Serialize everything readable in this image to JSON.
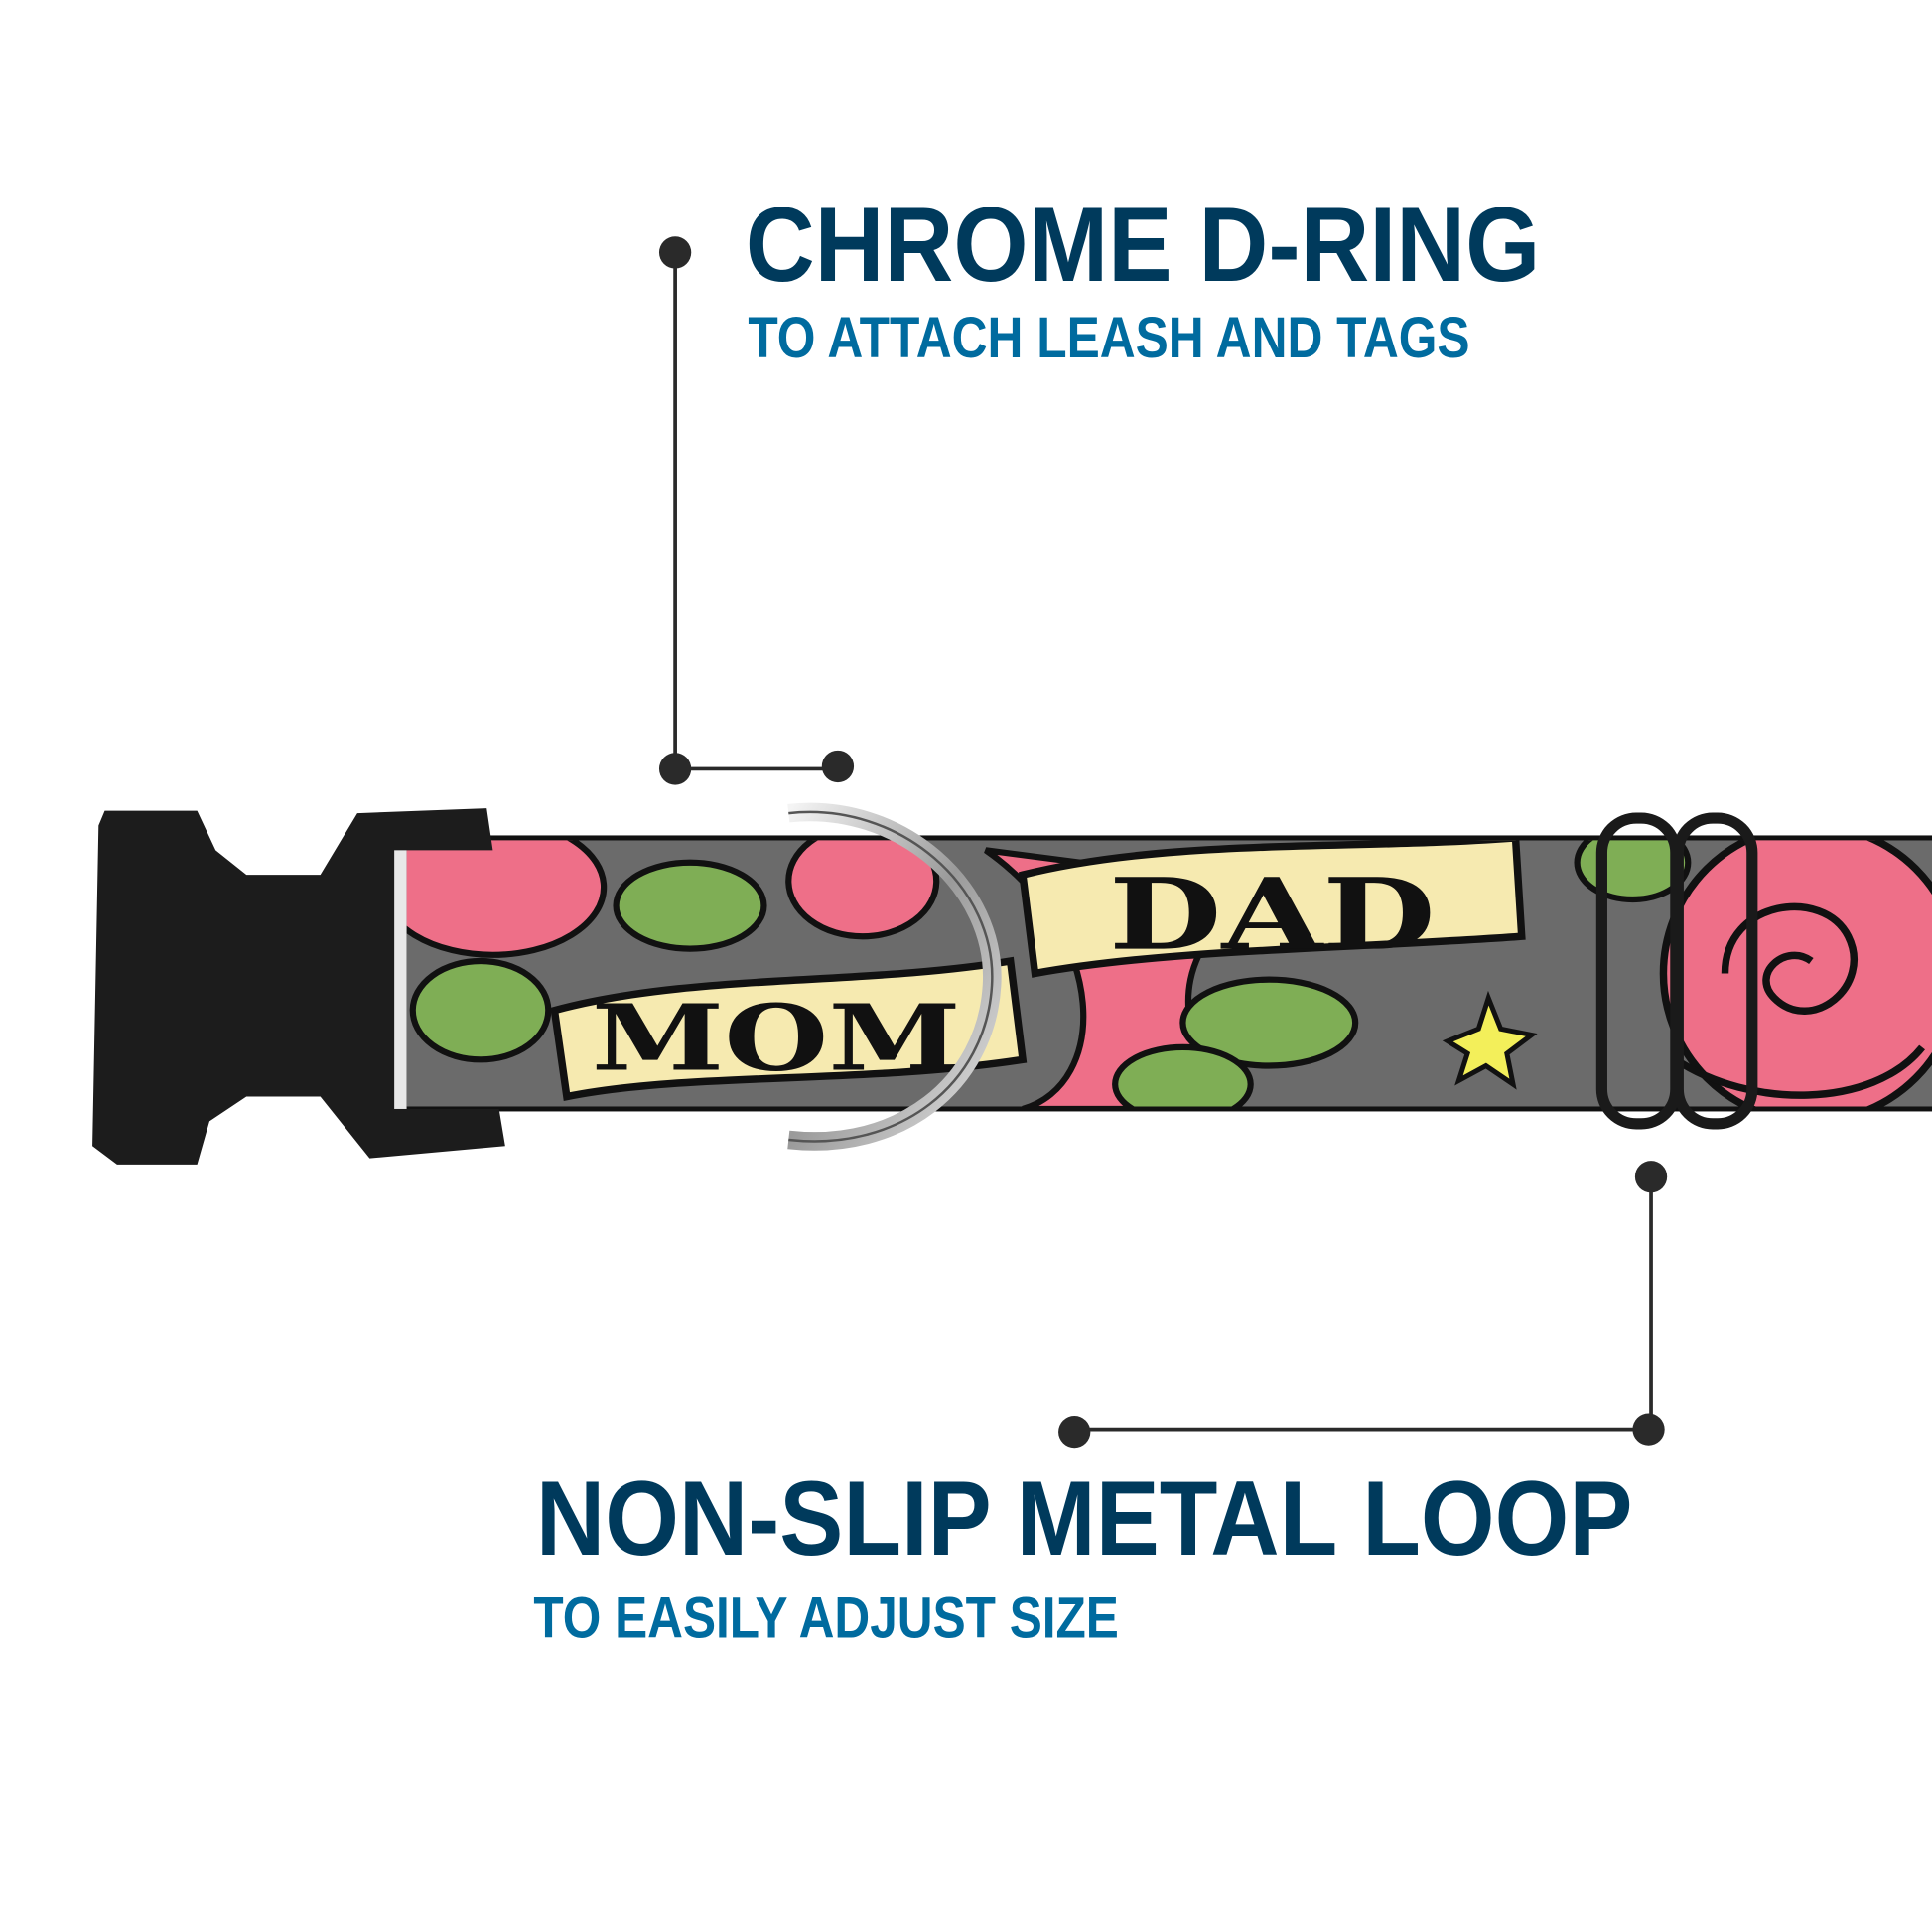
{
  "callouts": {
    "d_ring": {
      "title": "CHROME D-RING",
      "subtitle": "TO ATTACH LEASH AND TAGS"
    },
    "loop": {
      "title": "NON-SLIP METAL LOOP",
      "subtitle": "TO EASILY ADJUST SIZE"
    }
  },
  "collar_pattern": {
    "banner_left": "MOM",
    "banner_right": "DAD"
  },
  "colors": {
    "title": "#003a5c",
    "subtitle": "#006b9f",
    "leader_line": "#2a2a2a",
    "buckle": "#1c1c1c",
    "rose_pink": "#ee6f88",
    "leaf_green": "#7fae55",
    "fabric_gray": "#6b6b6b",
    "banner_cream": "#f6eab0"
  }
}
